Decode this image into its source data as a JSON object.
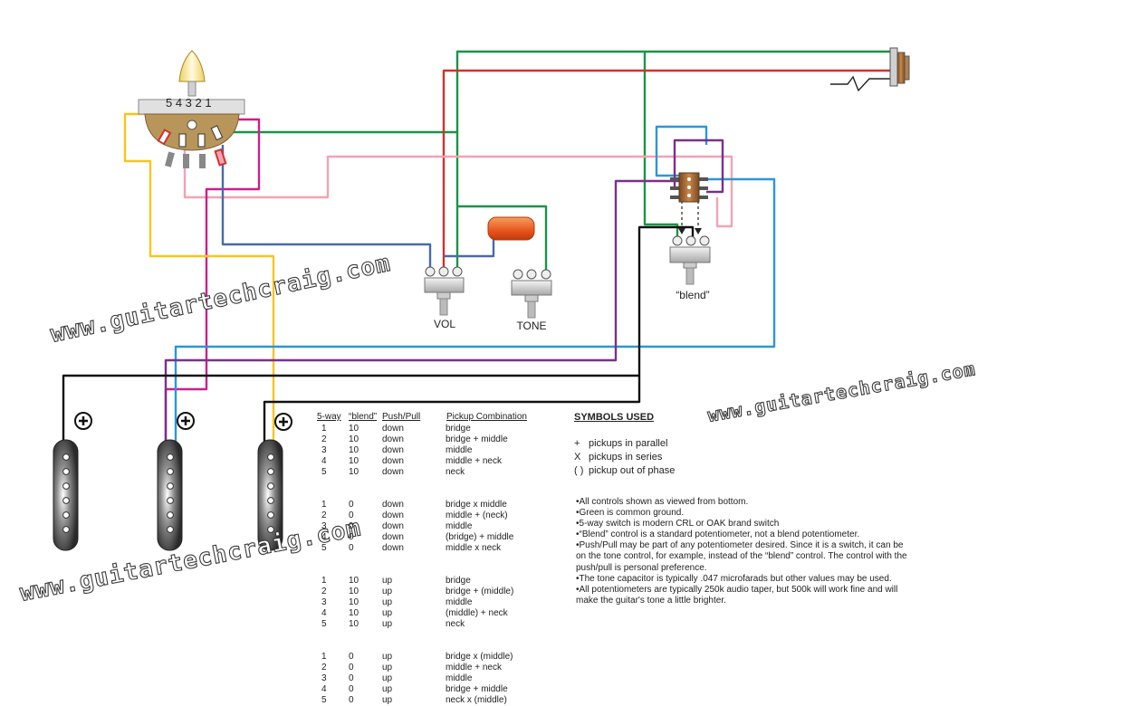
{
  "switch": {
    "position_numbers": "5 4 3 2 1"
  },
  "controls": {
    "vol_label": "VOL",
    "tone_label": "TONE",
    "blend_label": "“blend”"
  },
  "watermarks": [
    "www.guitartechcraig.com",
    "www.guitartechcraig.com",
    "www.guitartechcraig.com"
  ],
  "table": {
    "headers": [
      "5-way",
      "“blend”",
      "Push/Pull",
      "Pickup Combination"
    ],
    "groups": [
      [
        [
          "1",
          "10",
          "down",
          "bridge"
        ],
        [
          "2",
          "10",
          "down",
          "bridge + middle"
        ],
        [
          "3",
          "10",
          "down",
          "middle"
        ],
        [
          "4",
          "10",
          "down",
          "middle + neck"
        ],
        [
          "5",
          "10",
          "down",
          "neck"
        ]
      ],
      [
        [
          "1",
          "0",
          "down",
          "bridge x middle"
        ],
        [
          "2",
          "0",
          "down",
          "middle + (neck)"
        ],
        [
          "3",
          "0",
          "down",
          "middle"
        ],
        [
          "4",
          "0",
          "down",
          "(bridge) + middle"
        ],
        [
          "5",
          "0",
          "down",
          "middle x neck"
        ]
      ],
      [
        [
          "1",
          "10",
          "up",
          "bridge"
        ],
        [
          "2",
          "10",
          "up",
          "bridge + (middle)"
        ],
        [
          "3",
          "10",
          "up",
          "middle"
        ],
        [
          "4",
          "10",
          "up",
          "(middle) + neck"
        ],
        [
          "5",
          "10",
          "up",
          "neck"
        ]
      ],
      [
        [
          "1",
          "0",
          "up",
          "bridge x (middle)"
        ],
        [
          "2",
          "0",
          "up",
          "middle + neck"
        ],
        [
          "3",
          "0",
          "up",
          "middle"
        ],
        [
          "4",
          "0",
          "up",
          "bridge + middle"
        ],
        [
          "5",
          "0",
          "up",
          "neck x (middle)"
        ]
      ]
    ]
  },
  "symbols": {
    "title": "SYMBOLS USED",
    "items": [
      {
        "symbol": "+",
        "text": "pickups in parallel"
      },
      {
        "symbol": "X",
        "text": "pickups in series"
      },
      {
        "symbol": "( )",
        "text": "pickup out of phase"
      }
    ]
  },
  "notes": [
    "•All controls shown as viewed from bottom.",
    "•Green is common ground.",
    "•5-way switch is modern CRL or OAK brand switch",
    "•“Blend” control is a standard potentiometer, not a blend potentiometer.",
    "•Push/Pull may be part of any potentiometer desired.  Since it is a switch, it can be on the tone control, for example, instead of the “blend” control.  The control with the push/pull is personal preference.",
    "•The tone capacitor is typically .047 microfarads but other values may be used.",
    "•All potentiometers are typically 250k audio taper, but 500k will work fine and will make the guitar's tone a little brighter."
  ],
  "colors": {
    "green": "#1a9447",
    "red": "#d2312b",
    "pink": "#f2a3b3",
    "magenta": "#cc1f8a",
    "blue": "#2d96d6",
    "purple": "#7b2f8c",
    "yellow": "#f7c51e",
    "black": "#111111",
    "slate": "#4a6aa8",
    "capacitor": "#e8541c"
  }
}
